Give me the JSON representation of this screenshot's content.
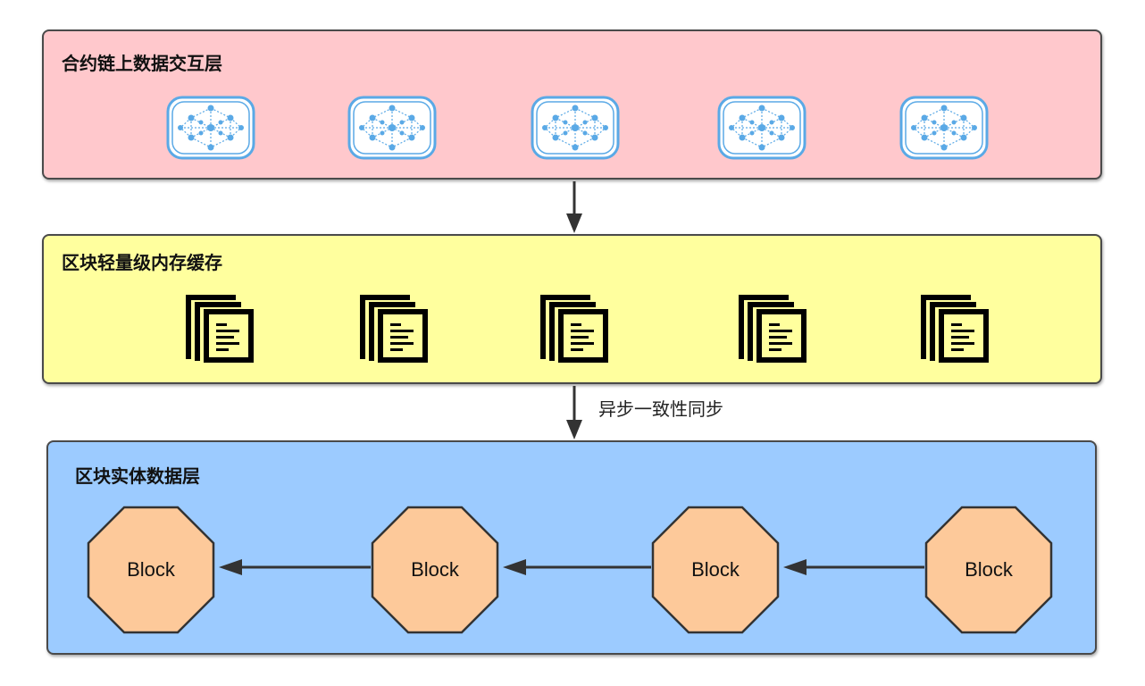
{
  "layers": {
    "contract": {
      "title": "合约链上数据交互层",
      "icon": "network-node-icon",
      "icon_count": 5
    },
    "cache": {
      "title": "区块轻量级内存缓存",
      "icon": "document-copy-icon",
      "icon_count": 5
    },
    "block": {
      "title": "区块实体数据层",
      "nodes": [
        "Block",
        "Block",
        "Block",
        "Block"
      ]
    }
  },
  "connections": {
    "sync_label": "异步一致性同步"
  },
  "colors": {
    "contract_fill": "#ffc8cc",
    "cache_fill": "#ffff9e",
    "block_layer_fill": "#9ccbff",
    "block_node_fill": "#fdc99a",
    "network_icon_stroke": "#5aa9e6",
    "border": "#4a4a4a"
  }
}
